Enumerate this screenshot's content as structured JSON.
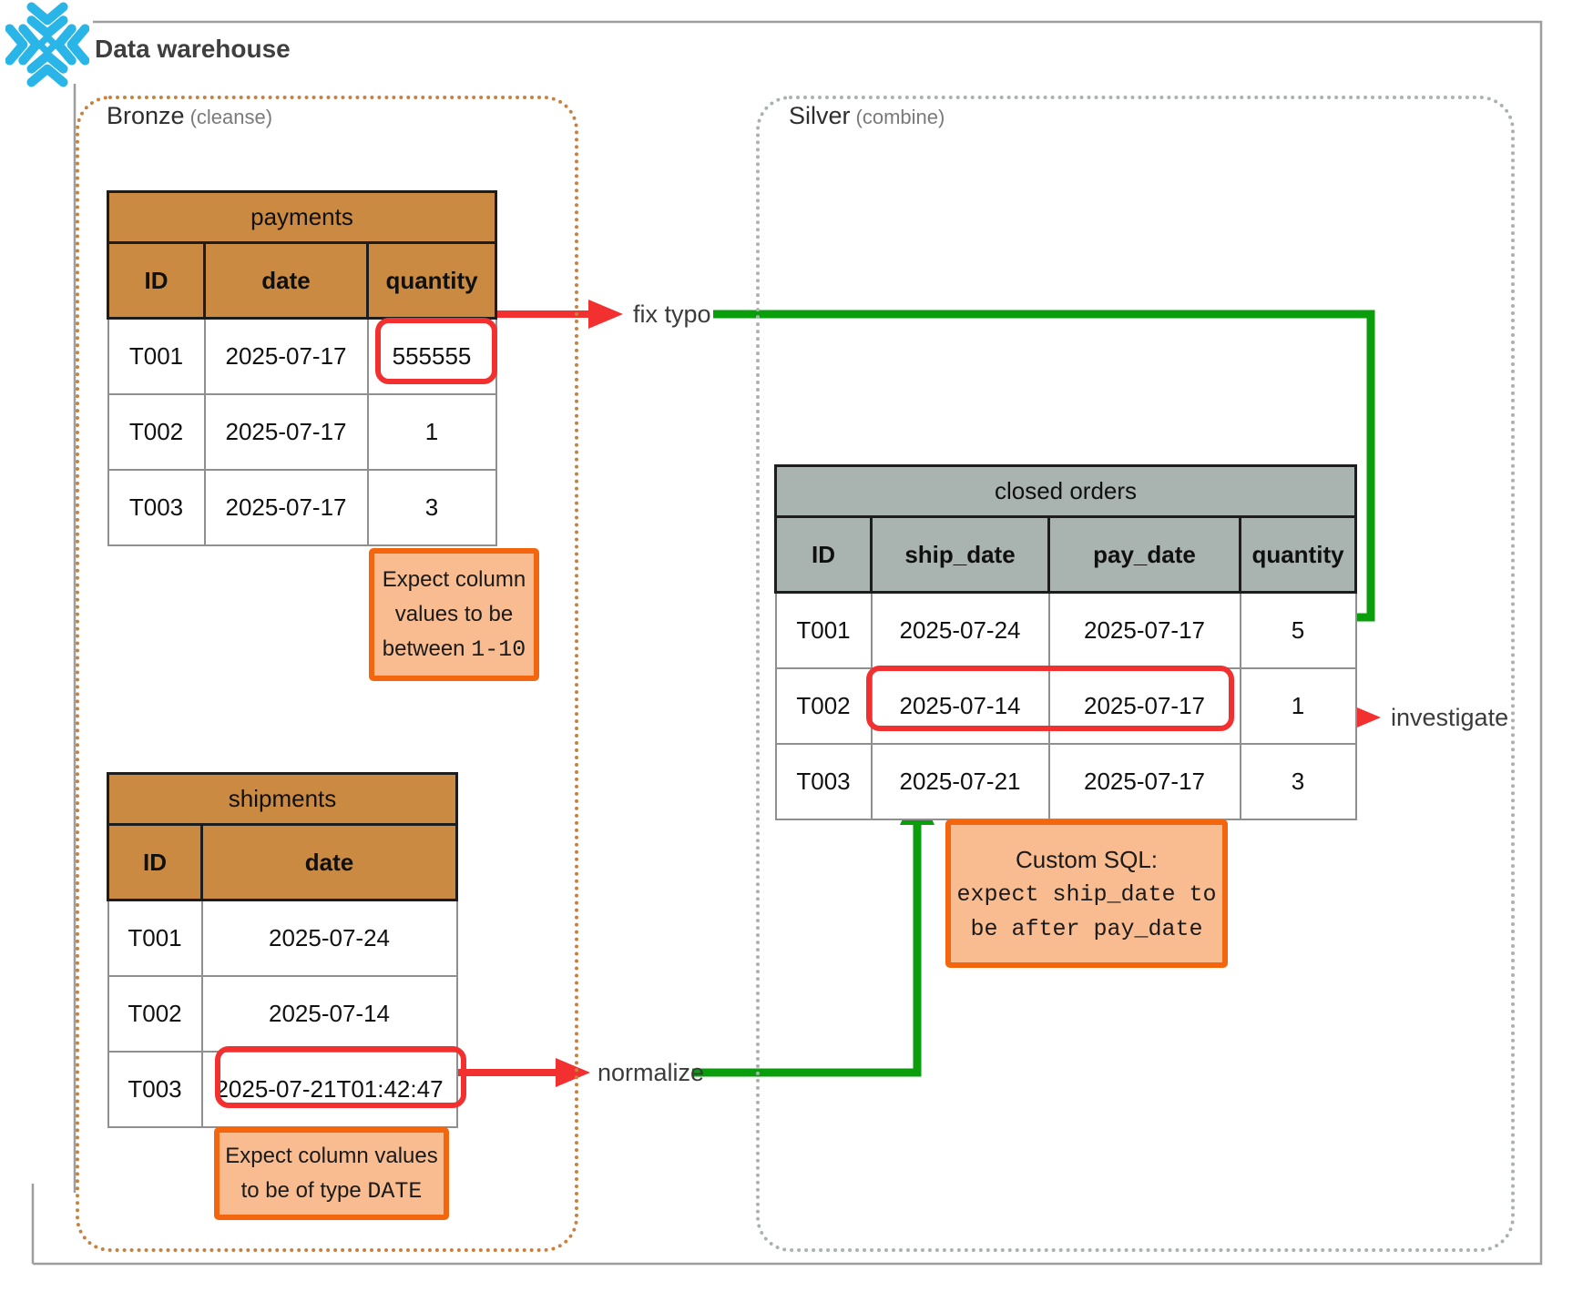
{
  "app": {
    "title": "Data warehouse",
    "logo": "snowflake-icon"
  },
  "zones": {
    "bronze": {
      "label": "Bronze",
      "sublabel": "(cleanse)"
    },
    "silver": {
      "label": "Silver",
      "sublabel": "(combine)"
    }
  },
  "tables": {
    "payments": {
      "title": "payments",
      "headers": [
        "ID",
        "date",
        "quantity"
      ],
      "rows": [
        [
          "T001",
          "2025-07-17",
          "555555"
        ],
        [
          "T002",
          "2025-07-17",
          "1"
        ],
        [
          "T003",
          "2025-07-17",
          "3"
        ]
      ]
    },
    "shipments": {
      "title": "shipments",
      "headers": [
        "ID",
        "date"
      ],
      "rows": [
        [
          "T001",
          "2025-07-24"
        ],
        [
          "T002",
          "2025-07-14"
        ],
        [
          "T003",
          "2025-07-21T01:42:47"
        ]
      ]
    },
    "closed_orders": {
      "title": "closed orders",
      "headers": [
        "ID",
        "ship_date",
        "pay_date",
        "quantity"
      ],
      "rows": [
        [
          "T001",
          "2025-07-24",
          "2025-07-17",
          "5"
        ],
        [
          "T002",
          "2025-07-14",
          "2025-07-17",
          "1"
        ],
        [
          "T003",
          "2025-07-21",
          "2025-07-17",
          "3"
        ]
      ]
    }
  },
  "notes": {
    "range_check": {
      "line1": "Expect column",
      "line2": "values to be",
      "line3_text": "between",
      "line3_code": "1-10"
    },
    "type_check": {
      "line1": "Expect column values",
      "line2_text": "to be of type",
      "line2_code": "DATE"
    },
    "custom_sql": {
      "title": "Custom SQL:",
      "code_line1": "expect ship_date to",
      "code_line2": "be after pay_date"
    }
  },
  "annotations": {
    "fix_typo": "fix typo",
    "investigate": "investigate",
    "normalize": "normalize"
  },
  "colors": {
    "brand_blue": "#29B5E8",
    "bronze_table_header": "#CB8A41",
    "bronze_zone_border": "#C8813F",
    "silver_table_header": "#A9B3AF",
    "silver_zone_border": "#A9B2AE",
    "note_fill": "#F9BC90",
    "note_border": "#F3660D",
    "error_red": "#F23030",
    "ok_green": "#0A9E0D"
  }
}
